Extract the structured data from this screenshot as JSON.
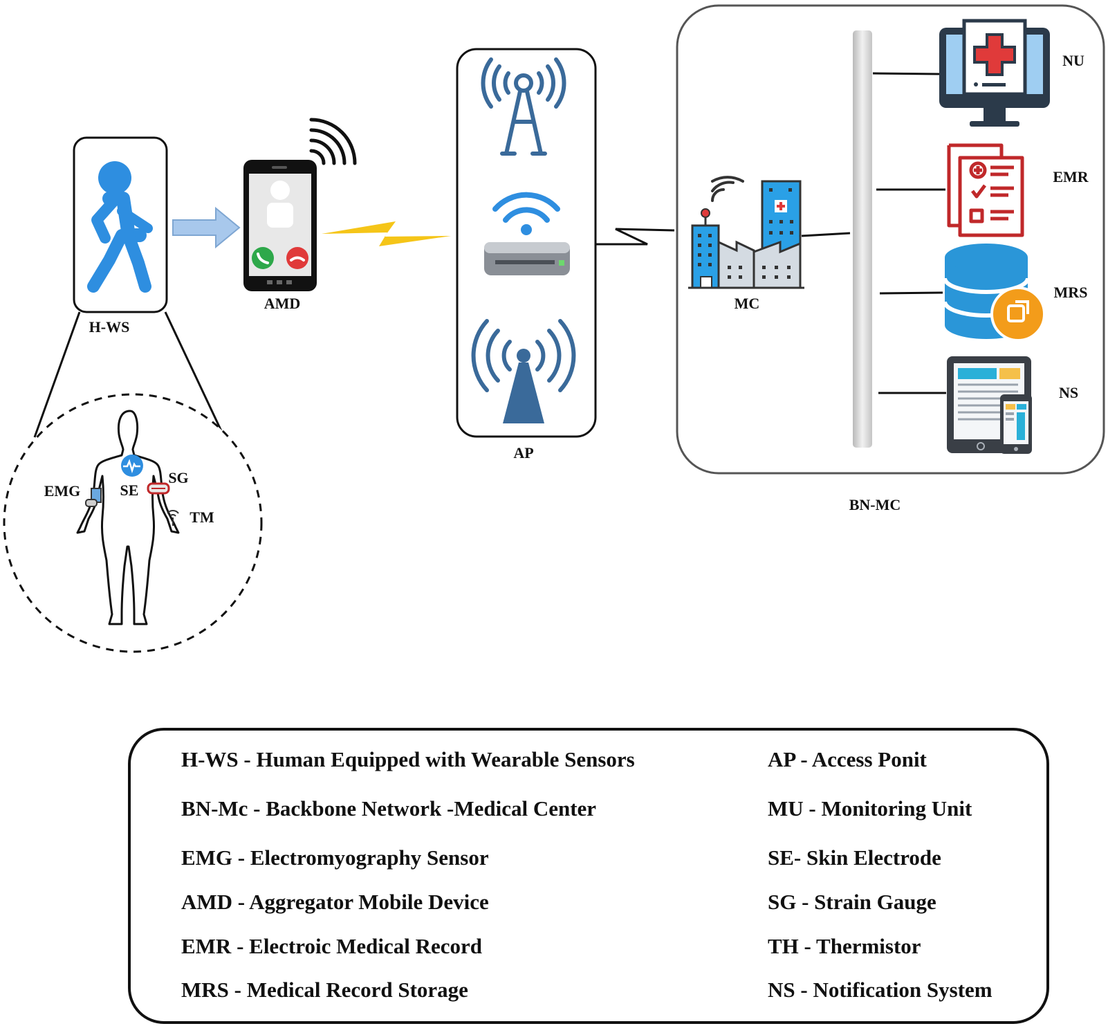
{
  "labels": {
    "hws": "H-WS",
    "amd": "AMD",
    "ap": "AP",
    "mc": "MC",
    "bnmc": "BN-MC",
    "nu": "NU",
    "emr": "EMR",
    "mrs": "MRS",
    "ns": "NS",
    "emg": "EMG",
    "se": "SE",
    "sg": "SG",
    "tm": "TM"
  },
  "legend": {
    "left": [
      "H-WS - Human Equipped with Wearable Sensors",
      "BN-Mc - Backbone Network -Medical Center",
      "EMG - Electromyography Sensor",
      "AMD - Aggregator Mobile Device",
      "EMR - Electroic Medical Record",
      "MRS - Medical Record Storage"
    ],
    "right": [
      "AP - Access Ponit",
      "MU - Monitoring Unit",
      "SE- Skin Electrode",
      "SG - Strain Gauge",
      "TH - Thermistor",
      "NS - Notification System"
    ]
  },
  "colors": {
    "blue_icon": "#2e8ee0",
    "dark_blue": "#3a6a9a",
    "arrow": "#a8c8ec",
    "lightning": "#f5c518",
    "phone_green": "#2ea84a",
    "phone_red": "#e03a3a",
    "emr_red": "#c0282a",
    "mrs_blue": "#2a96d8",
    "mrs_orange": "#f39c1a",
    "building_blue": "#2aa0e6"
  },
  "icons": {
    "walker": "walking-person-icon",
    "phone": "smartphone-icon",
    "tower": "antenna-tower-icon",
    "router": "wifi-router-icon",
    "broadcast": "broadcast-antenna-icon",
    "building": "hospital-building-icon",
    "monitor": "medical-monitor-icon",
    "records": "medical-record-icon",
    "database": "database-icon",
    "tablet": "tablet-phone-icon",
    "body": "human-body-outline-icon"
  }
}
